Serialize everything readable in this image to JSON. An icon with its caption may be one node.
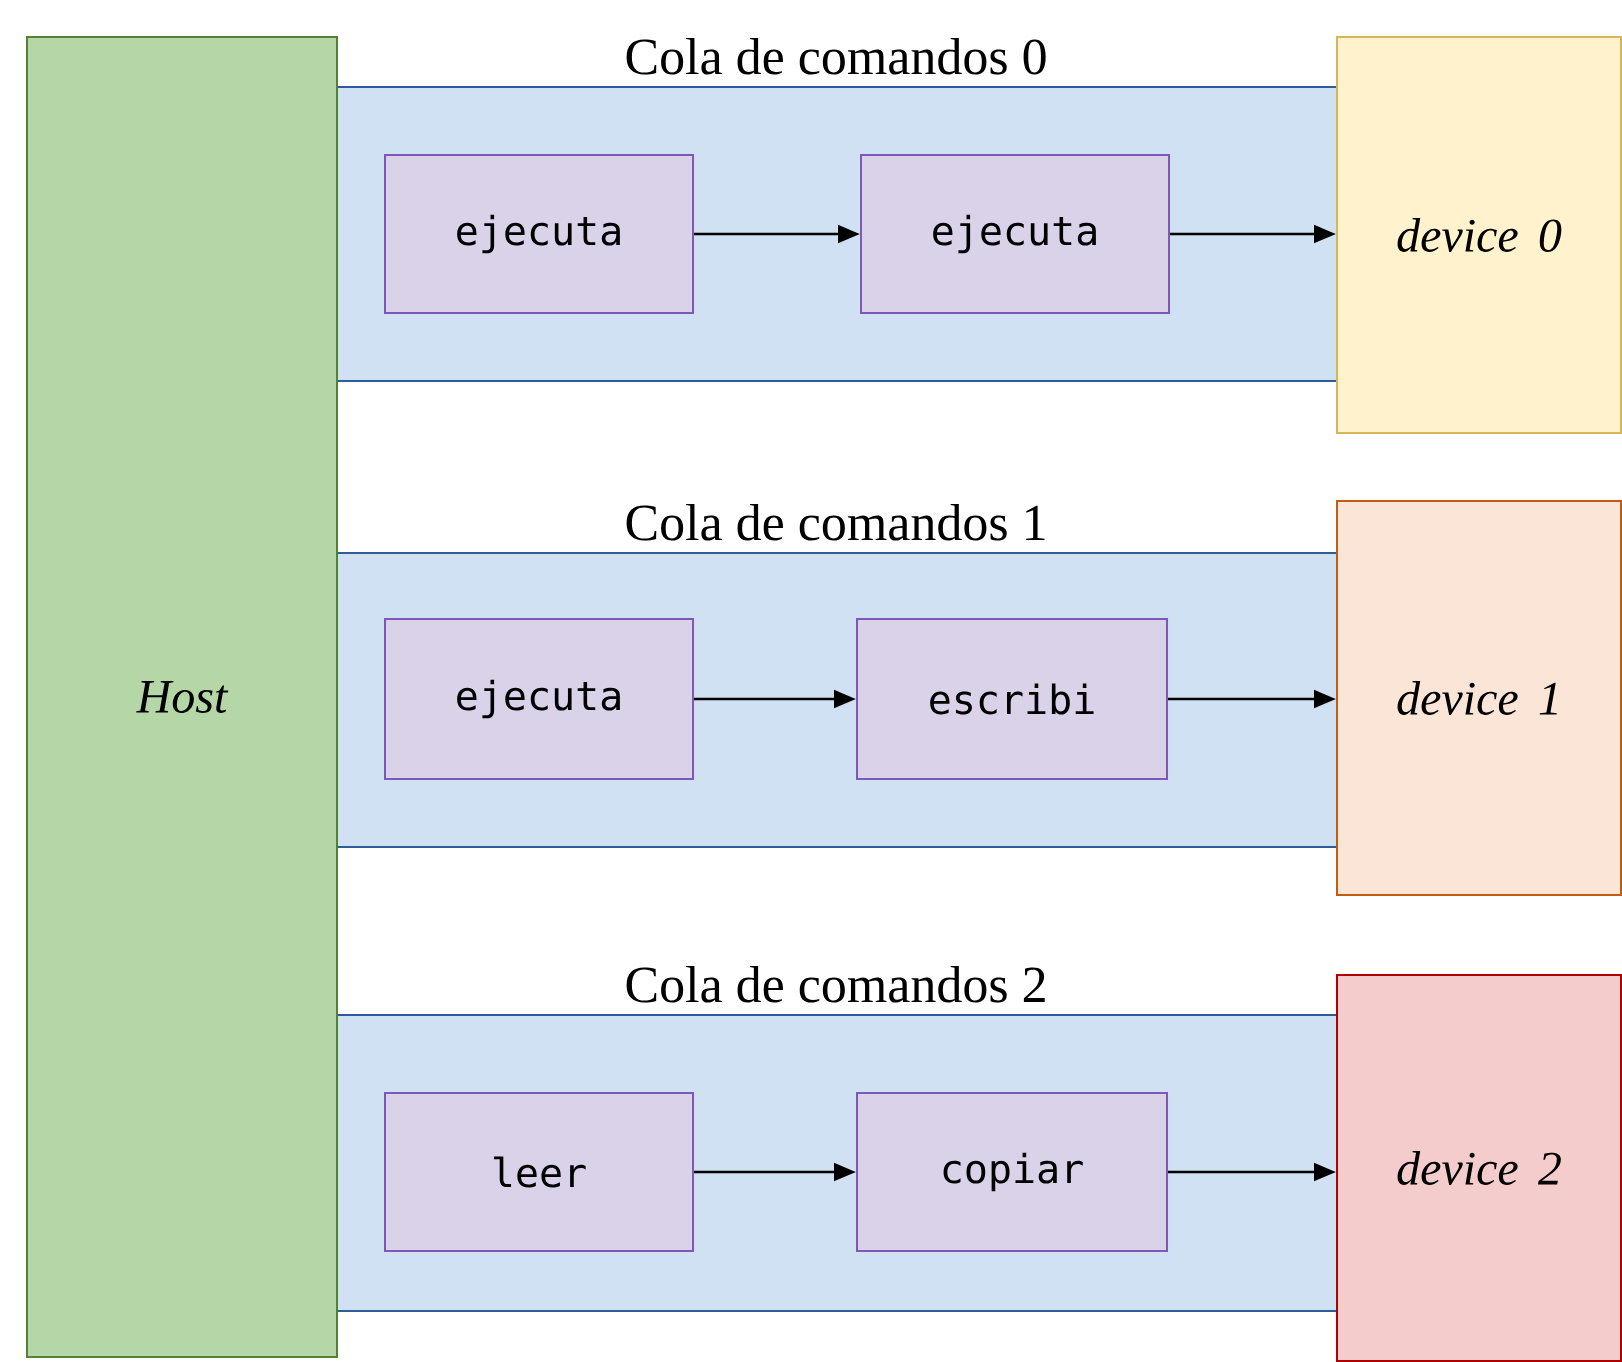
{
  "diagram": {
    "nodes": [
      {
        "text": [
          "Host"
        ]
      },
      {
        "text": [
          "Cola de comandos 0"
        ]
      },
      {
        "text": [
          "ejecuta"
        ],
        "in": 1
      },
      {
        "text": [
          "ejecuta"
        ],
        "in": 1
      },
      {
        "text": [
          "device 0"
        ]
      },
      {
        "text": [
          "Cola de comandos 1"
        ]
      },
      {
        "text": [
          "ejecuta"
        ],
        "in": 5
      },
      {
        "text": [
          "escribi"
        ],
        "in": 5
      },
      {
        "text": [
          "device 1"
        ]
      },
      {
        "text": [
          "Cola de comandos 2"
        ]
      },
      {
        "text": [
          "leer"
        ],
        "in": 9
      },
      {
        "text": [
          "copiar"
        ],
        "in": 9
      },
      {
        "text": [
          "device 2"
        ]
      }
    ],
    "edges": [
      {
        "from": 2,
        "to": 3,
        "arrow": "to"
      },
      {
        "from": 3,
        "to": 4,
        "arrow": "to"
      },
      {
        "from": 6,
        "to": 7,
        "arrow": "to"
      },
      {
        "from": 7,
        "to": 8,
        "arrow": "to"
      },
      {
        "from": 10,
        "to": 11,
        "arrow": "to"
      },
      {
        "from": 11,
        "to": 12,
        "arrow": "to"
      }
    ]
  }
}
